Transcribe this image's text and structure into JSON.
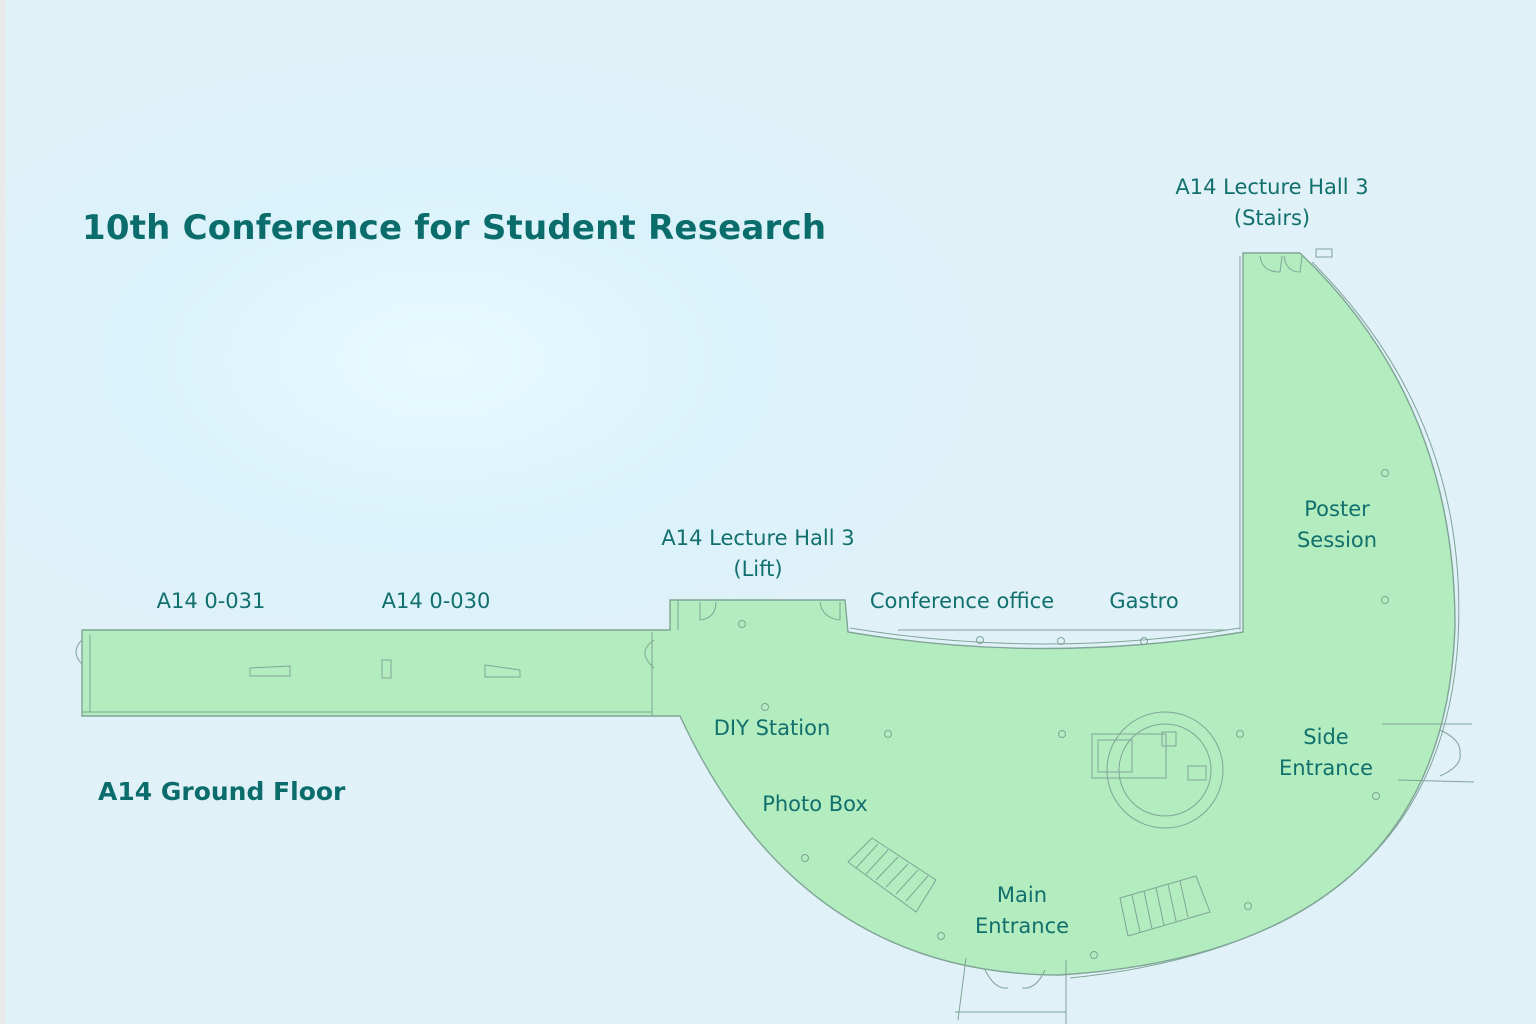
{
  "title": "10th Conference for Student Research",
  "floor_label": "A14 Ground Floor",
  "rooms": {
    "a14_0_031": "A14 0-031",
    "a14_0_030": "A14 0-030",
    "lecture_hall_lift_line1": "A14 Lecture Hall 3",
    "lecture_hall_lift_line2": "(Lift)",
    "lecture_hall_stairs_line1": "A14 Lecture Hall 3",
    "lecture_hall_stairs_line2": "(Stairs)",
    "conference_office": "Conference office",
    "gastro": "Gastro",
    "poster_session_line1": "Poster",
    "poster_session_line2": "Session",
    "diy_station": "DIY Station",
    "photo_box": "Photo Box",
    "side_entrance_line1": "Side",
    "side_entrance_line2": "Entrance",
    "main_entrance_line1": "Main",
    "main_entrance_line2": "Entrance"
  },
  "colors": {
    "floor_fill": "#b3ecbe",
    "wall_line": "#7fa596",
    "label_text": "#11706d",
    "title_text": "#0b6d6b"
  }
}
